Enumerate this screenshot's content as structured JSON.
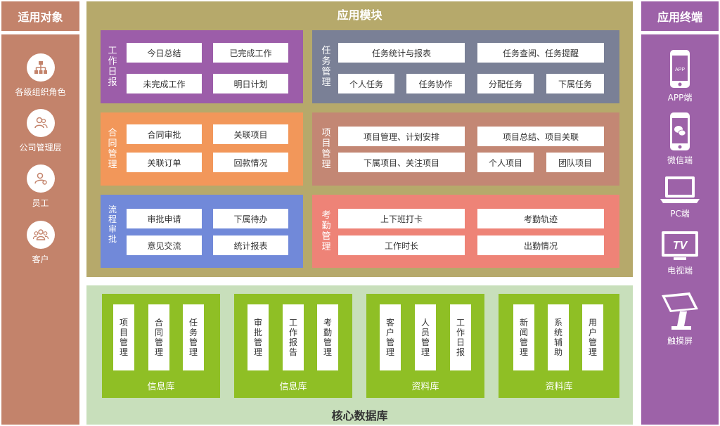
{
  "left": {
    "title": "适用对象",
    "roles": [
      {
        "label": "各级组织角色",
        "icon": "org-chart-icon"
      },
      {
        "label": "公司管理层",
        "icon": "users-icon"
      },
      {
        "label": "员工",
        "icon": "user-gear-icon"
      },
      {
        "label": "客户",
        "icon": "group-icon"
      }
    ]
  },
  "right": {
    "title": "应用终端",
    "terminals": [
      {
        "label": "APP端",
        "icon": "phone-app-icon",
        "icon_text": "APP"
      },
      {
        "label": "微信端",
        "icon": "phone-wechat-icon"
      },
      {
        "label": "PC端",
        "icon": "laptop-icon"
      },
      {
        "label": "电视端",
        "icon": "tv-icon",
        "icon_text": "TV"
      },
      {
        "label": "触摸屏",
        "icon": "kiosk-icon"
      }
    ]
  },
  "app": {
    "title": "应用模块",
    "modules": [
      {
        "label": "工作日报",
        "color": "#9c5da9",
        "items": [
          "今日总结",
          "已完成工作",
          "未完成工作",
          "明日计划"
        ]
      },
      {
        "label": "任务管理",
        "color": "#7a8096",
        "items": [
          "任务统计与报表",
          "任务查阅、任务提醒",
          "个人任务",
          "任务协作",
          "分配任务",
          "下属任务"
        ]
      },
      {
        "label": "合同管理",
        "color": "#f2975a",
        "items": [
          "合同审批",
          "关联项目",
          "关联订单",
          "回款情况"
        ]
      },
      {
        "label": "项目管理",
        "color": "#c38774",
        "items": [
          "项目管理、计划安排",
          "项目总结、项目关联",
          "下属项目、关注项目",
          "个人项目",
          "团队项目"
        ]
      },
      {
        "label": "流程审批",
        "color": "#7189d9",
        "items": [
          "审批申请",
          "下属待办",
          "意见交流",
          "统计报表"
        ]
      },
      {
        "label": "考勤管理",
        "color": "#ee8377",
        "items": [
          "上下班打卡",
          "考勤轨迹",
          "工作时长",
          "出勤情况"
        ]
      }
    ]
  },
  "core": {
    "title": "核心数据库",
    "dbs": [
      {
        "name": "信息库",
        "cols": [
          "项目管理",
          "合同管理",
          "任务管理"
        ]
      },
      {
        "name": "信息库",
        "cols": [
          "审批管理",
          "工作报告",
          "考勤管理"
        ]
      },
      {
        "name": "资料库",
        "cols": [
          "客户管理",
          "人员管理",
          "工作日报"
        ]
      },
      {
        "name": "资料库",
        "cols": [
          "新闻管理",
          "系统辅助",
          "用户管理"
        ]
      }
    ]
  }
}
